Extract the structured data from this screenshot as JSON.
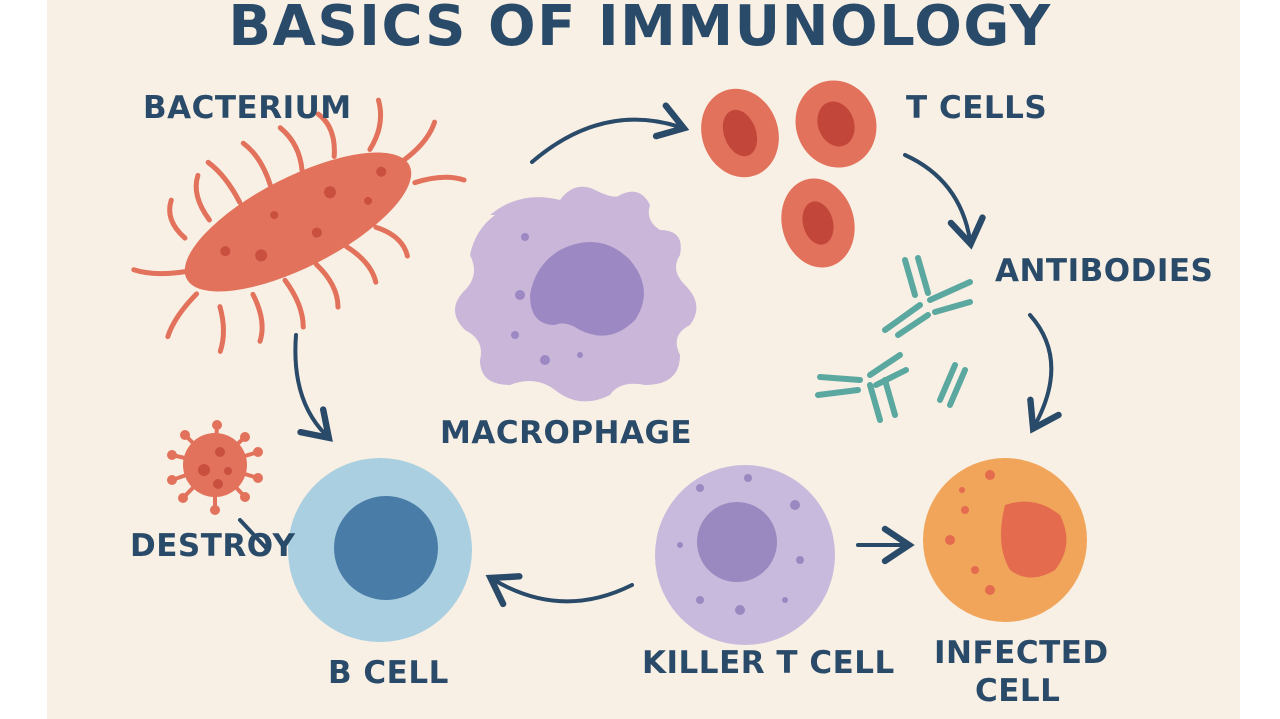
{
  "title": "BASICS OF IMMUNOLOGY",
  "labels": {
    "bacterium": "BACTERIUM",
    "t_cells": "T CELLS",
    "antibodies": "ANTIBODIES",
    "macrophage": "MACROPHAGE",
    "destroy": "DESTROY",
    "b_cell": "B CELL",
    "killer_t_cell": "KILLER T CELL",
    "infected_cell_line1": "INFECTED",
    "infected_cell_line2": "CELL"
  },
  "colors": {
    "background": "#f9f0e5",
    "text": "#294a68",
    "bacterium": "#e2725b",
    "macrophage": "#c9b6d8",
    "t_cell": "#e2725b",
    "antibody": "#5aa8a0",
    "b_cell": "#a9cfe0",
    "killer_t_cell": "#c8badc",
    "infected_cell": "#f0a55a"
  }
}
